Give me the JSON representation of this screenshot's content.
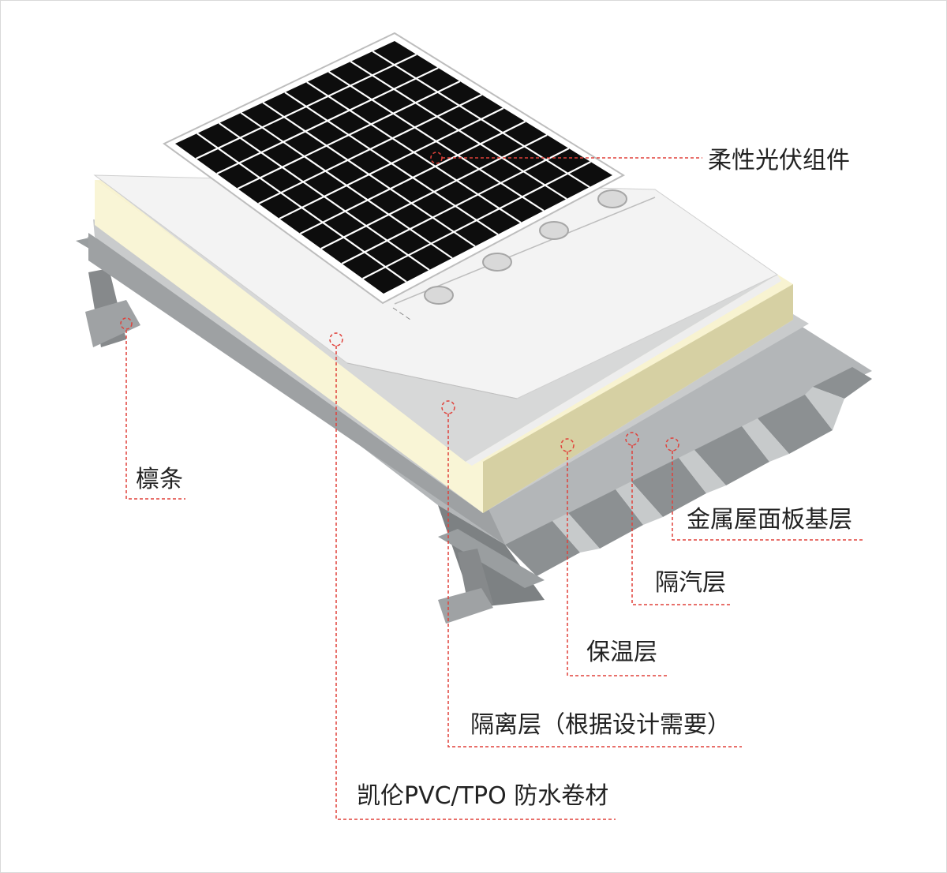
{
  "labels": {
    "pv_module": "柔性光伏组件",
    "purlin": "檩条",
    "metal_deck": "金属屋面板基层",
    "vapor_barrier": "隔汽层",
    "insulation": "保温层",
    "separation": "隔离层（根据设计需要）",
    "membrane": "凯伦PVC/TPO 防水卷材"
  },
  "colors": {
    "leader": "#e0413a",
    "membrane": "#f2f2f2",
    "separation": "#d6d6d6",
    "insulation_top": "#f9f5d6",
    "insulation_side": "#d9d3a7",
    "deck": "#8a8d8f",
    "deck_light": "#b9bcbd",
    "purlin": "#7f8385",
    "panel": "#0d0d0d"
  }
}
